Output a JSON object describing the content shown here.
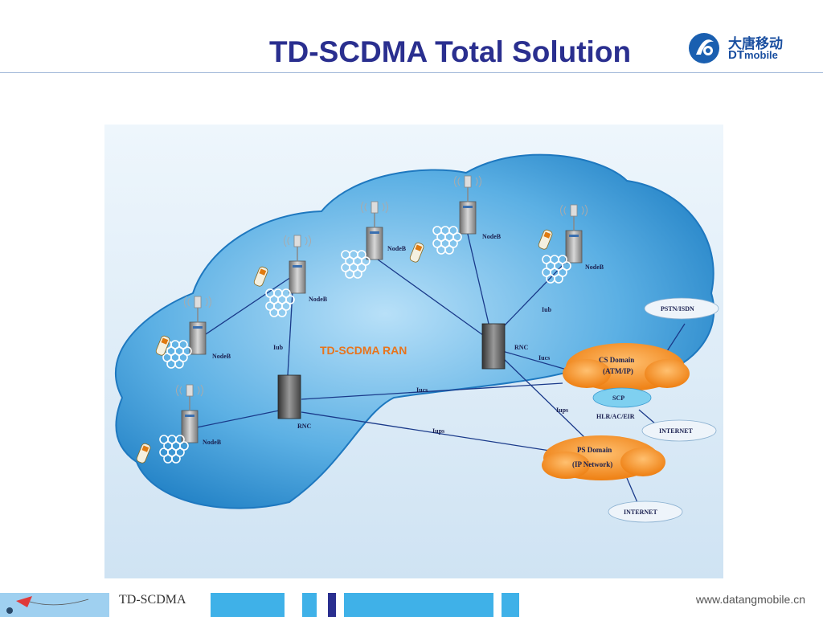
{
  "slide": {
    "title": "TD-SCDMA Total Solution"
  },
  "logo": {
    "chinese": "大唐移动",
    "english_dt": "DT",
    "english_rest": "mobile"
  },
  "diagram": {
    "ran_label": "TD-SCDMA RAN",
    "nodes": {
      "nodeb_1": "NodeB",
      "nodeb_2": "NodeB",
      "nodeb_3": "NodeB",
      "nodeb_4": "NodeB",
      "nodeb_5": "NodeB",
      "nodeb_6": "NodeB",
      "rnc_left": "RNC",
      "rnc_right": "RNC"
    },
    "interfaces": {
      "iub_left": "Iub",
      "iub_right": "Iub",
      "iucs_left": "Iucs",
      "iucs_right": "Iucs",
      "iups_left": "Iups",
      "iups_right": "Iups"
    },
    "core": {
      "cs_domain_line1": "CS Domain",
      "cs_domain_line2": "(ATM/IP)",
      "scp": "SCP",
      "hlr": "HLR/AC/EIR",
      "ps_domain_line1": "PS Domain",
      "ps_domain_line2": "(IP Network)",
      "pstn": "PSTN/ISDN",
      "internet_1": "INTERNET",
      "internet_2": "INTERNET"
    },
    "colors": {
      "cloud_blue": "#2d8fd0",
      "domain_orange": "#f08a1e",
      "ran_label": "#e8741c"
    }
  },
  "footer": {
    "label": "TD-SCDMA",
    "url": "www.datangmobile.cn"
  }
}
